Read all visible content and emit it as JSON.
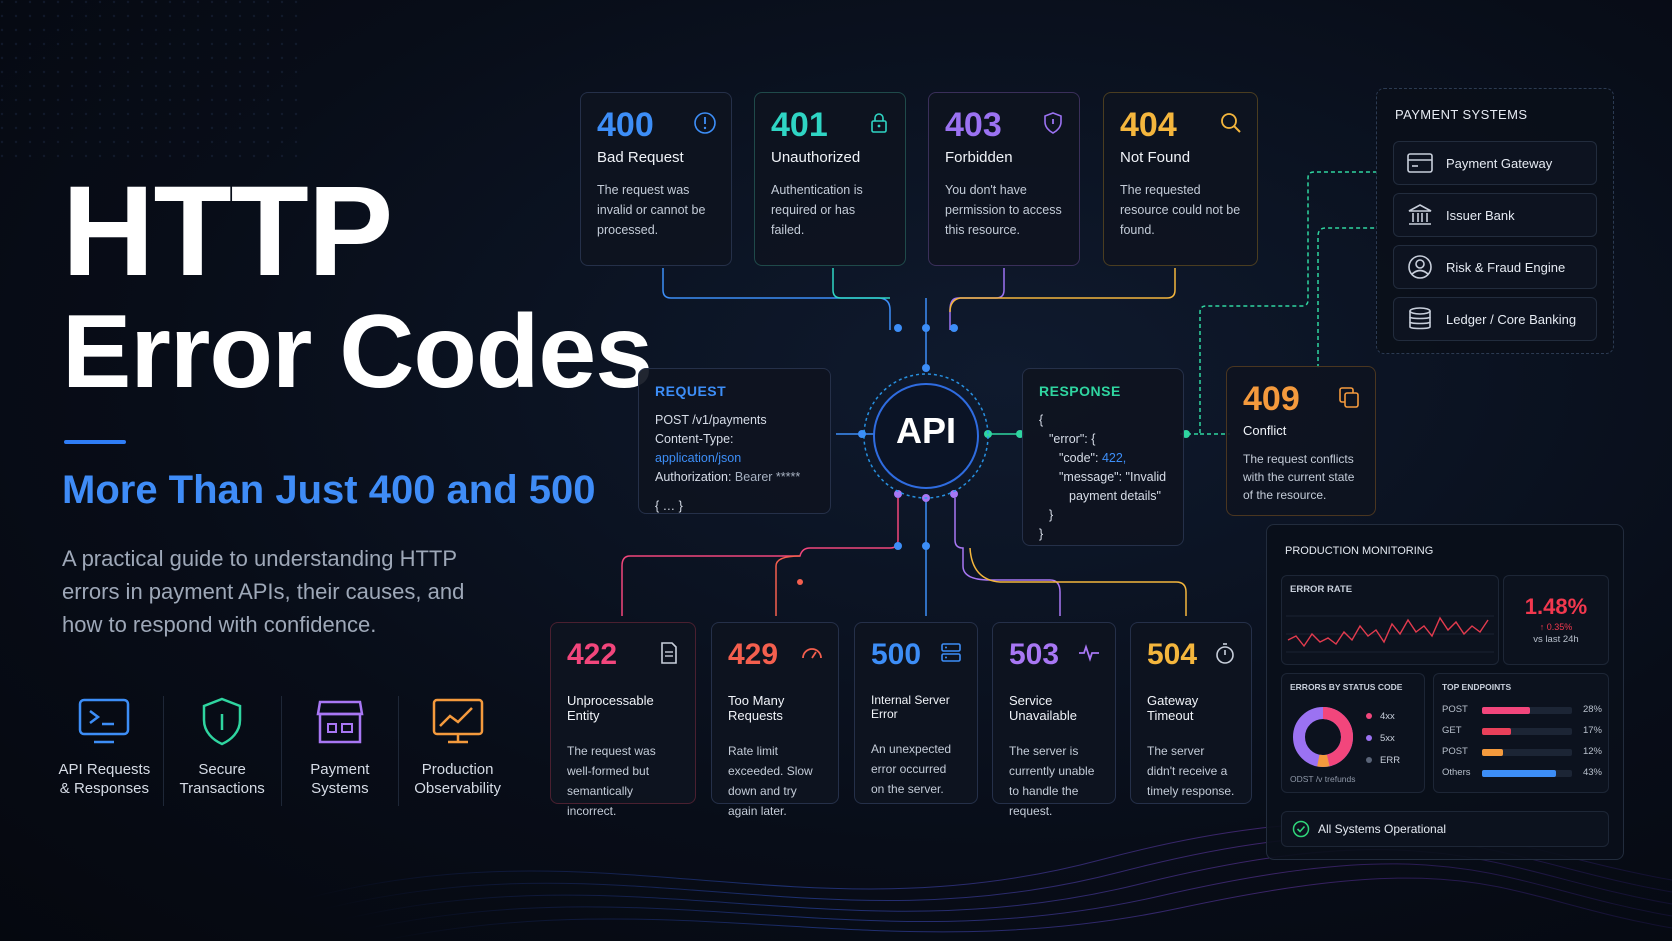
{
  "hero": {
    "line1": "HTTP",
    "line2": "Error Codes",
    "subtitle": "More Than Just 400 and 500",
    "description": "A practical guide to understanding HTTP errors in payment APIs, their causes, and how to respond with confidence."
  },
  "features": [
    {
      "label": "API Requests\n& Responses",
      "icon": "terminal-icon"
    },
    {
      "label": "Secure\nTransactions",
      "icon": "shield-icon"
    },
    {
      "label": "Payment\nSystems",
      "icon": "store-icon"
    },
    {
      "label": "Production\nObservability",
      "icon": "chart-monitor-icon"
    }
  ],
  "top_cards": [
    {
      "code": "400",
      "title": "Bad Request",
      "desc": "The request was invalid or cannot be processed.",
      "color": "#3d8ef7",
      "icon": "info-icon"
    },
    {
      "code": "401",
      "title": "Unauthorized",
      "desc": "Authentication is required or has failed.",
      "color": "#2fd5c4",
      "icon": "lock-icon"
    },
    {
      "code": "403",
      "title": "Forbidden",
      "desc": "You don't have permission to access this resource.",
      "color": "#9b72f2",
      "icon": "shield-icon"
    },
    {
      "code": "404",
      "title": "Not Found",
      "desc": "The requested resource could not be found.",
      "color": "#f4b63d",
      "icon": "search-icon"
    }
  ],
  "bottom_cards": [
    {
      "code": "422",
      "title": "Unprocessable Entity",
      "desc": "The request was well-formed but semantically incorrect.",
      "color": "#f2467c",
      "icon": "document-icon"
    },
    {
      "code": "429",
      "title": "Too Many Requests",
      "desc": "Rate limit exceeded. Slow down and try again later.",
      "color": "#f45f4e",
      "icon": "speedometer-icon"
    },
    {
      "code": "500",
      "title": "Internal Server Error",
      "desc": "An unexpected error occurred on the server.",
      "color": "#3d8ef7",
      "icon": "server-icon"
    },
    {
      "code": "503",
      "title": "Service Unavailable",
      "desc": "The server is currently unable to handle the request.",
      "color": "#a877f4",
      "icon": "pulse-icon"
    },
    {
      "code": "504",
      "title": "Gateway Timeout",
      "desc": "The server didn't receive a timely response.",
      "color": "#f4b63d",
      "icon": "stopwatch-icon"
    }
  ],
  "conflict": {
    "code": "409",
    "title": "Conflict",
    "desc": "The request conflicts with the current state of the resource.",
    "color": "#f49a3d",
    "icon": "copy-icon"
  },
  "api_label": "API",
  "request": {
    "label": "REQUEST",
    "line1": "POST /v1/payments",
    "ct_key": "Content-Type: ",
    "ct_val": "application/json",
    "auth_key": "Authorization: ",
    "auth_val": "Bearer *****",
    "body": "{ … }"
  },
  "response": {
    "label": "RESPONSE",
    "l1": "{",
    "l2": "\"error\": {",
    "l3_key": "\"code\": ",
    "l3_val": "422,",
    "l4": "\"message\": \"Invalid",
    "l5": "payment details\"",
    "l6": "}",
    "l7": "}"
  },
  "payment_systems": {
    "title": "PAYMENT SYSTEMS",
    "items": [
      {
        "label": "Payment Gateway",
        "icon": "credit-card-icon"
      },
      {
        "label": "Issuer Bank",
        "icon": "bank-icon"
      },
      {
        "label": "Risk & Fraud Engine",
        "icon": "user-circle-icon"
      },
      {
        "label": "Ledger / Core Banking",
        "icon": "database-icon"
      }
    ]
  },
  "monitoring": {
    "title": "PRODUCTION MONITORING",
    "error_rate_label": "ERROR RATE",
    "error_rate_value": "1.48%",
    "error_rate_delta": "↑ 0.35%",
    "error_rate_period": "vs last 24h",
    "status_label": "ERRORS BY STATUS CODE",
    "status_legend": [
      {
        "label": "4xx",
        "color": "#f2467c"
      },
      {
        "label": "5xx",
        "color": "#9b72f2"
      },
      {
        "label": "ERR",
        "color": "#5a6478"
      }
    ],
    "status_footer": "ODST /v trefunds",
    "endpoints_label": "TOP ENDPOINTS",
    "endpoints": [
      {
        "method": "POST",
        "pct": "28%",
        "fill": 0.28,
        "color": "#f2467c"
      },
      {
        "method": "GET",
        "pct": "17%",
        "fill": 0.17,
        "color": "#e9405a"
      },
      {
        "method": "POST",
        "pct": "12%",
        "fill": 0.12,
        "color": "#f49a3d"
      },
      {
        "method": "Others",
        "pct": "43%",
        "fill": 0.43,
        "color": "#3d8ef7"
      }
    ],
    "status_text": "All Systems Operational"
  }
}
